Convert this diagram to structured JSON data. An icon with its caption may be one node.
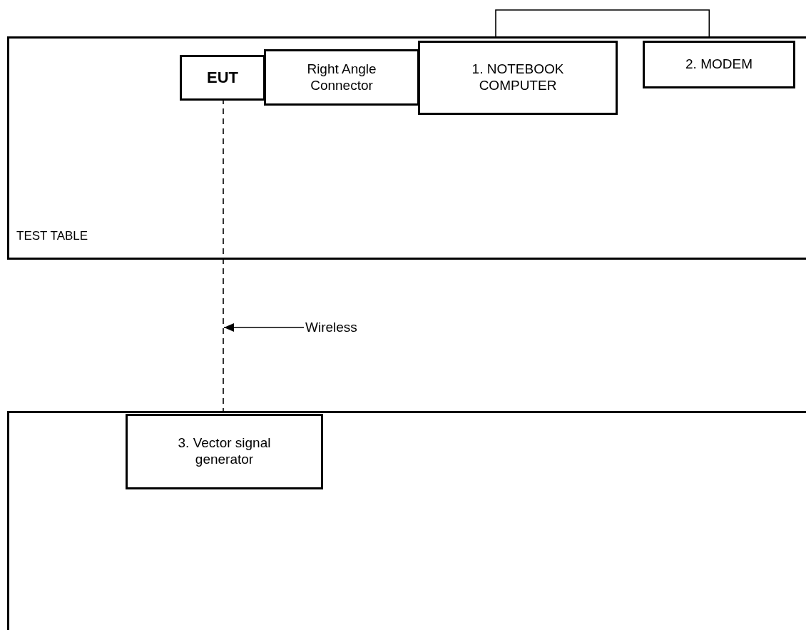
{
  "diagram": {
    "nodes": [
      {
        "text": [
          "TEST TABLE"
        ]
      },
      {
        "text": [
          "EUT"
        ],
        "in": 0
      },
      {
        "text": [
          "Right Angle Connector"
        ],
        "in": 0
      },
      {
        "text": [
          "1. NOTEBOOK COMPUTER"
        ],
        "in": 0
      },
      {
        "text": [
          "2. MODEM"
        ],
        "in": 0
      },
      {
        "text": [],
        "shape": "box"
      },
      {
        "text": [
          "3. Vector signal generator"
        ],
        "in": 5
      },
      {
        "text": [
          "Wireless"
        ]
      }
    ],
    "edges": [
      {
        "from": 3,
        "to": 4,
        "arrow": "none"
      },
      {
        "from": 1,
        "to": 6,
        "arrow": "none",
        "style": "dashed"
      },
      {
        "from": 7,
        "to": null,
        "arrow": "to"
      }
    ]
  }
}
